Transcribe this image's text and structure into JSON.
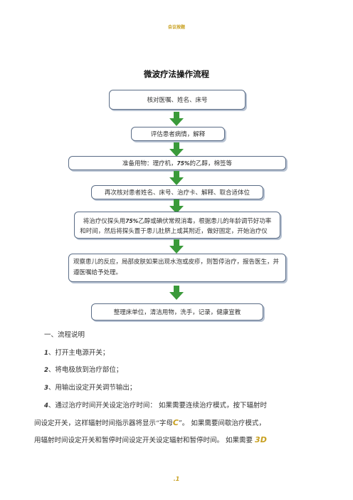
{
  "header_mark": "会议按题",
  "title": "微波疗法操作流程",
  "flow": {
    "step1": "核对医嘱、姓名、床号",
    "step2": "评估患者病情，解释",
    "step3": {
      "pre": "准备用物：理疗机，",
      "pct": "75%",
      "post": "的乙醇，棉签等"
    },
    "step4": "再次核对患者姓名、床号、治疗卡、解释、取合适体位",
    "step5": {
      "pre": "将治疗仪探头用",
      "pct": "75%",
      "post": "乙醇或碘伏常规消毒，根据患儿的年龄调节好功率",
      "line2": "和时间，然后将探头置于患儿肚脐上或其附近，做好固定，开始治疗仪"
    },
    "step6": "观察患儿的反应，局部皮肤如果出现水泡或皮疹，则暂停治疗，报告医生，并遵医嘱给予处理。",
    "step7": "整理床单位，清洁用物，洗手，记录，健康宣教"
  },
  "section": {
    "heading": "一、流程说明",
    "items": [
      {
        "num": "1",
        "text": "、打开主电源开关；"
      },
      {
        "num": "2",
        "text": "、将电极放到治疗部位；"
      },
      {
        "num": "3",
        "text": "、用输出设定开关调节输出；"
      },
      {
        "num": "4",
        "text": "、通过治疗时间开关设定治疗时间： 如果需要连续治疗模式，按下辐射时"
      }
    ],
    "line2": "间设定开关，这样辐射时间指示器将显示“字母",
    "letter_c": "C",
    "line2_end": "”。 如果需要间歇治疗模式，",
    "line3": "用辐射时间设定开关和暂停时间设定开关设定辐射和暂停时间。 如果需要 ",
    "line3_end": "3D"
  },
  "page_number": ".1"
}
